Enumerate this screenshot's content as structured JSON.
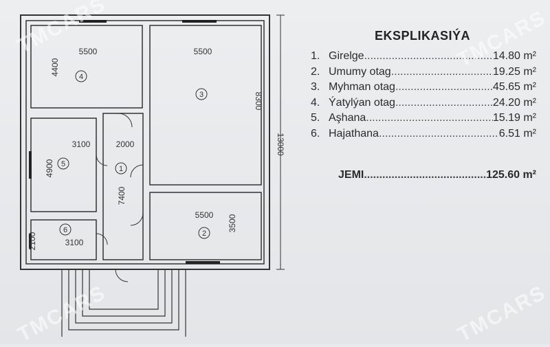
{
  "legend": {
    "title": "EKSPLIKASIÝA",
    "rows": [
      {
        "num": "1.",
        "name": "Girelge",
        "area": "14.80 m²"
      },
      {
        "num": "2.",
        "name": "Umumy otag",
        "area": "19.25 m²"
      },
      {
        "num": "3.",
        "name": "Myhman otag",
        "area": "45.65 m²"
      },
      {
        "num": "4.",
        "name": "Ýatylýan otag",
        "area": "24.20 m²"
      },
      {
        "num": "5.",
        "name": "Aşhana",
        "area": "15.19 m²"
      },
      {
        "num": "6.",
        "name": "Hajathana",
        "area": "6.51 m²"
      }
    ],
    "total_label": "JEMI",
    "total_value": "125.60 m²"
  },
  "plan": {
    "dims": [
      "5500",
      "4400",
      "5500",
      "8300",
      "3100",
      "4900",
      "2000",
      "7400",
      "5500",
      "3500",
      "2100",
      "3100",
      "13000"
    ],
    "rooms": [
      "1",
      "2",
      "3",
      "4",
      "5",
      "6"
    ]
  },
  "watermark": "TMCARS"
}
